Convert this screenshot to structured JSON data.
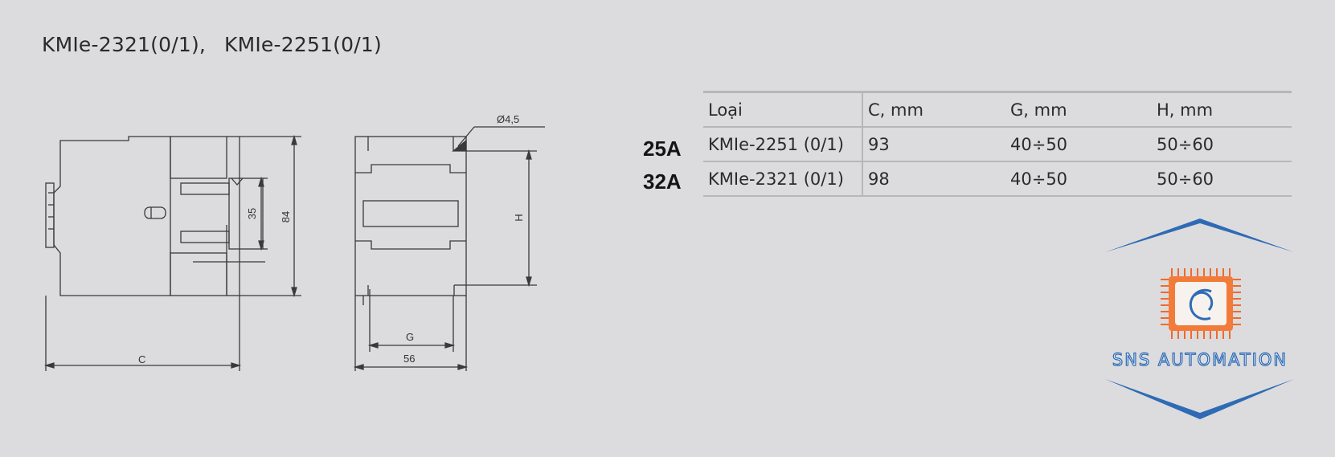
{
  "header": {
    "model_1": "KMIe-2321(0/1),",
    "model_2": "KMIe-2251(0/1)"
  },
  "drawing": {
    "dim_c": "C",
    "dim_35": "35",
    "dim_84": "84",
    "dim_diameter": "Ø4,5",
    "dim_h": "H",
    "dim_g": "G",
    "dim_56": "56"
  },
  "table": {
    "headers": [
      "Loại",
      "C, mm",
      "G, mm",
      "H, mm"
    ],
    "rows": [
      {
        "rating": "25A",
        "cells": [
          "KMIe-2251 (0/1)",
          "93",
          "40÷50",
          "50÷60"
        ]
      },
      {
        "rating": "32A",
        "cells": [
          "KMIe-2321 (0/1)",
          "98",
          "40÷50",
          "50÷60"
        ]
      }
    ]
  },
  "logo": {
    "text": "SNS AUTOMATION",
    "colors": {
      "blue": "#2f6bb5",
      "orange": "#f06a2a"
    }
  }
}
